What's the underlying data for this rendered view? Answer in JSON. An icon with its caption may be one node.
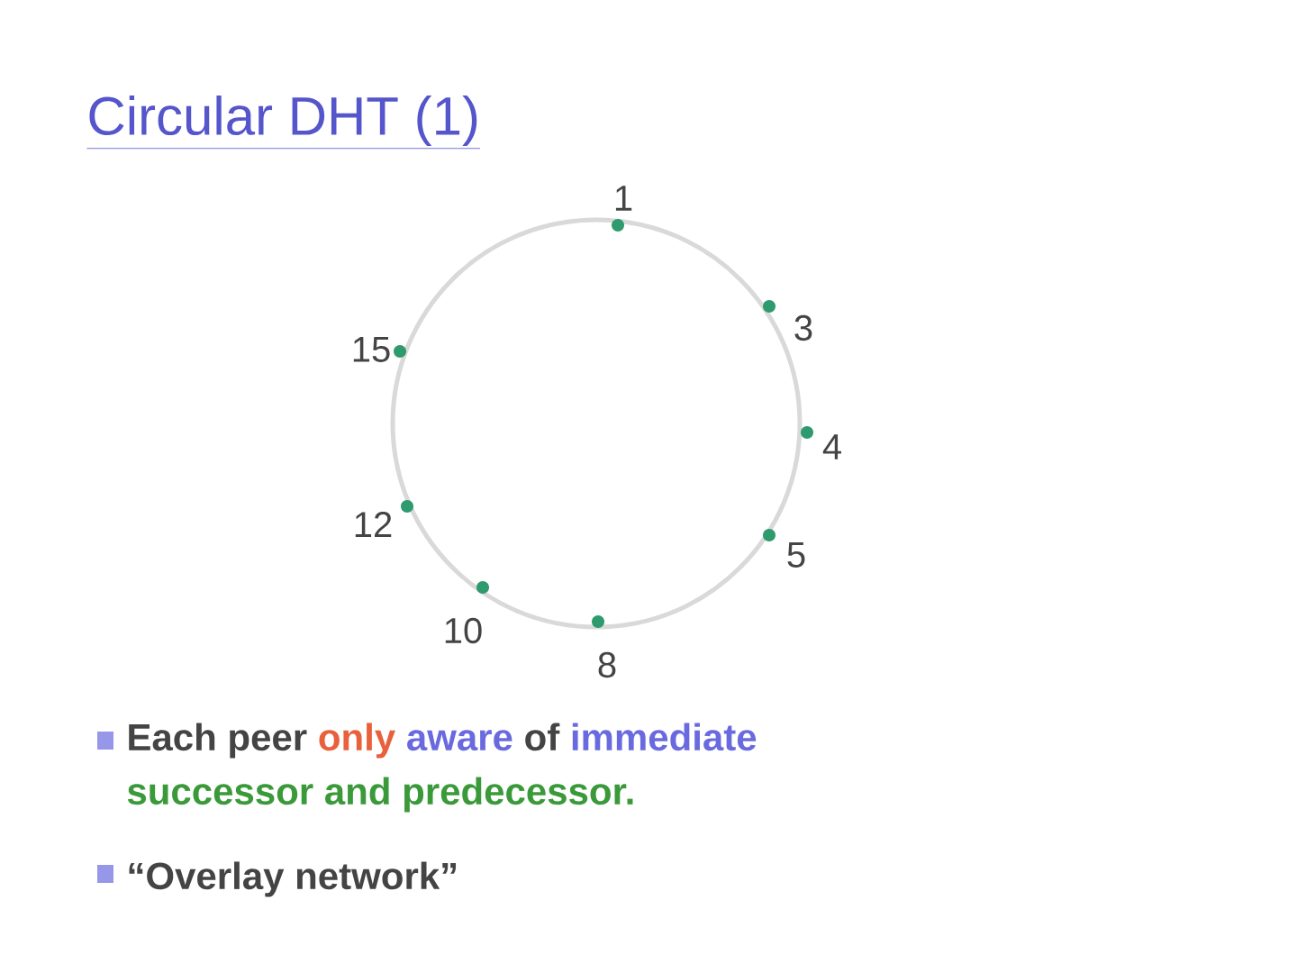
{
  "diagram": {
    "title": "Circular DHT (1)",
    "nodes": [
      {
        "text": [],
        "shape": "circle",
        "beside": [
          "1"
        ]
      },
      {
        "text": [],
        "shape": "circle",
        "beside": [
          "3"
        ]
      },
      {
        "text": [],
        "shape": "circle",
        "beside": [
          "4"
        ]
      },
      {
        "text": [],
        "shape": "circle",
        "beside": [
          "5"
        ]
      },
      {
        "text": [],
        "shape": "circle",
        "beside": [
          "8"
        ]
      },
      {
        "text": [],
        "shape": "circle",
        "beside": [
          "10"
        ]
      },
      {
        "text": [],
        "shape": "circle",
        "beside": [
          "12"
        ]
      },
      {
        "text": [],
        "shape": "circle",
        "beside": [
          "15"
        ]
      }
    ],
    "edges": [],
    "labels": [
      "Each peer",
      "only",
      "aware",
      "of",
      "immediate",
      "successor and predecessor.",
      "“Overlay network”"
    ]
  }
}
